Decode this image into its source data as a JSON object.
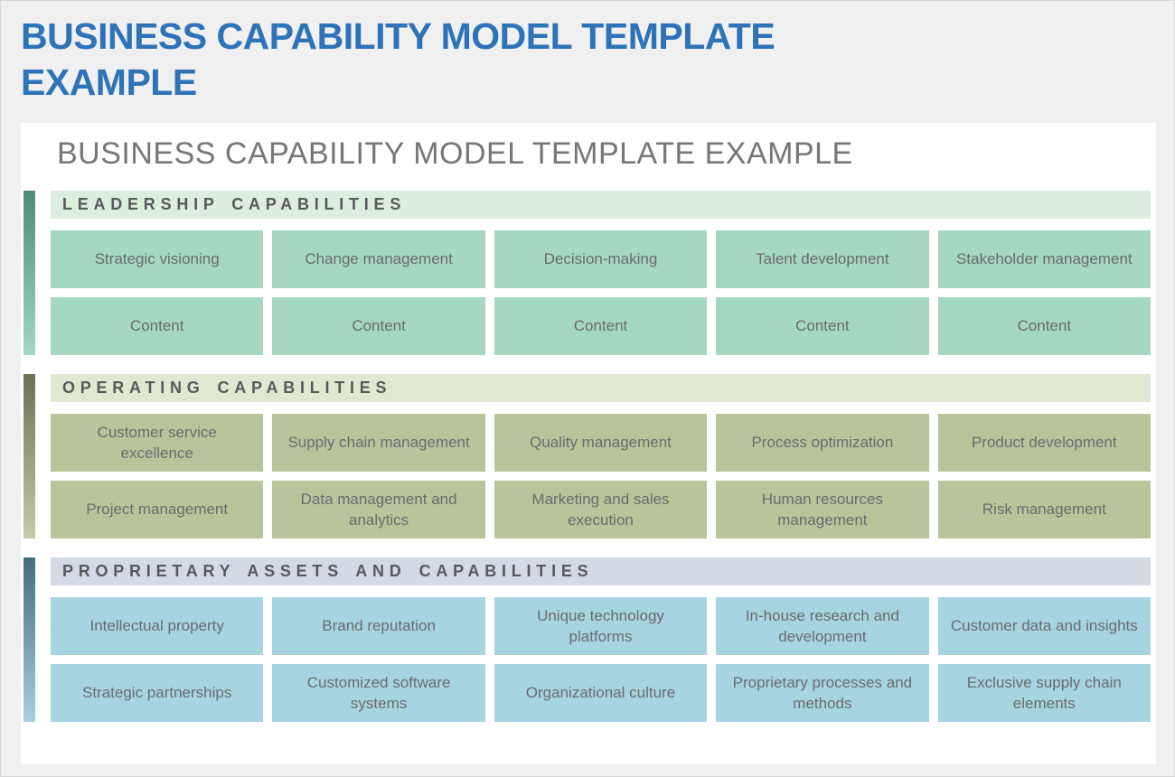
{
  "page_heading": {
    "lines": [
      "BUSINESS CAPABILITY MODEL TEMPLATE",
      "EXAMPLE"
    ],
    "color": "#2e73b8"
  },
  "card": {
    "title": "BUSINESS CAPABILITY MODEL TEMPLATE EXAMPLE",
    "background": "#ffffff"
  },
  "sections": [
    {
      "id": "leadership",
      "title": "LEADERSHIP CAPABILITIES",
      "colors": {
        "header_bg": "#ddeede",
        "cell_bg": "#a6d7c1",
        "bar_top": "#528a79",
        "bar_bottom": "#a4d6c4"
      },
      "rows": [
        [
          "Strategic visioning",
          "Change management",
          "Decision-making",
          "Talent development",
          "Stakeholder management"
        ],
        [
          "Content",
          "Content",
          "Content",
          "Content",
          "Content"
        ]
      ]
    },
    {
      "id": "operating",
      "title": "OPERATING CAPABILITIES",
      "colors": {
        "header_bg": "#dfe9cf",
        "cell_bg": "#b8c59b",
        "bar_top": "#6b7254",
        "bar_bottom": "#c2cca6"
      },
      "rows": [
        [
          "Customer service excellence",
          "Supply chain management",
          "Quality management",
          "Process optimization",
          "Product development"
        ],
        [
          "Project management",
          "Data management and analytics",
          "Marketing and sales execution",
          "Human resources management",
          "Risk management"
        ]
      ]
    },
    {
      "id": "proprietary",
      "title": "PROPRIETARY ASSETS AND CAPABILITIES",
      "colors": {
        "header_bg": "#d4dae4",
        "cell_bg": "#a7d4e1",
        "bar_top": "#416d7d",
        "bar_bottom": "#a7d0de"
      },
      "rows": [
        [
          "Intellectual property",
          "Brand reputation",
          "Unique technology platforms",
          "In-house research and development",
          "Customer data and insights"
        ],
        [
          "Strategic partnerships",
          "Customized software systems",
          "Organizational culture",
          "Proprietary processes and methods",
          "Exclusive supply chain elements"
        ]
      ]
    }
  ]
}
